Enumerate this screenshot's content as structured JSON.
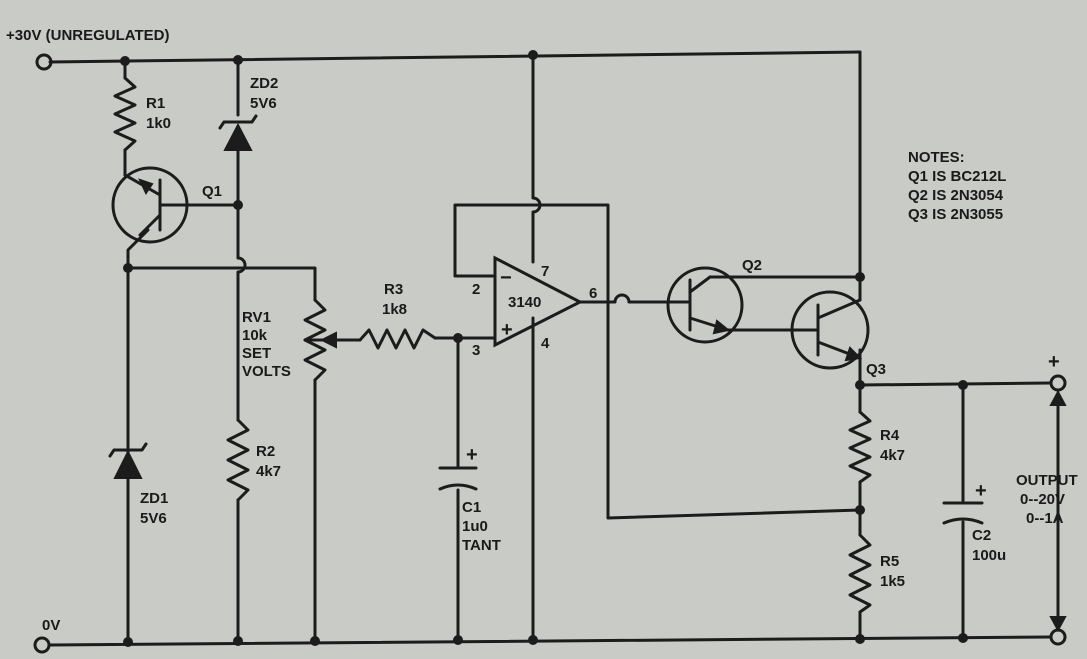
{
  "colors": {
    "ink": "#1c1c1c",
    "paper": "#c9cbc6"
  },
  "labels": {
    "supply": "+30V (UNREGULATED)",
    "ground": "0V",
    "r1_name": "R1",
    "r1_value": "1k0",
    "zd2_name": "ZD2",
    "zd2_value": "5V6",
    "q1_name": "Q1",
    "rv1_name": "RV1",
    "rv1_value": "10k",
    "rv1_desc1": "SET",
    "rv1_desc2": "VOLTS",
    "r2_name": "R2",
    "r2_value": "4k7",
    "zd1_name": "ZD1",
    "zd1_value": "5V6",
    "r3_name": "R3",
    "r3_value": "1k8",
    "c1_name": "C1",
    "c1_value": "1u0",
    "c1_type": "TANT",
    "c1_plus": "+",
    "ic_name": "3140",
    "pin2": "2",
    "pin3": "3",
    "pin4": "4",
    "pin6": "6",
    "pin7": "7",
    "minus_sign": "−",
    "plus_sign": "+",
    "q2_name": "Q2",
    "q3_name": "Q3",
    "r4_name": "R4",
    "r4_value": "4k7",
    "r5_name": "R5",
    "r5_value": "1k5",
    "c2_name": "C2",
    "c2_value": "100u",
    "c2_plus": "+",
    "out_plus": "+",
    "output_title": "OUTPUT",
    "output_voltage": "0--20V",
    "output_current": "0--1A"
  },
  "notes": {
    "title": "NOTES:",
    "lines": [
      "Q1 IS BC212L",
      "Q2 IS 2N3054",
      "Q3 IS 2N3055"
    ]
  }
}
